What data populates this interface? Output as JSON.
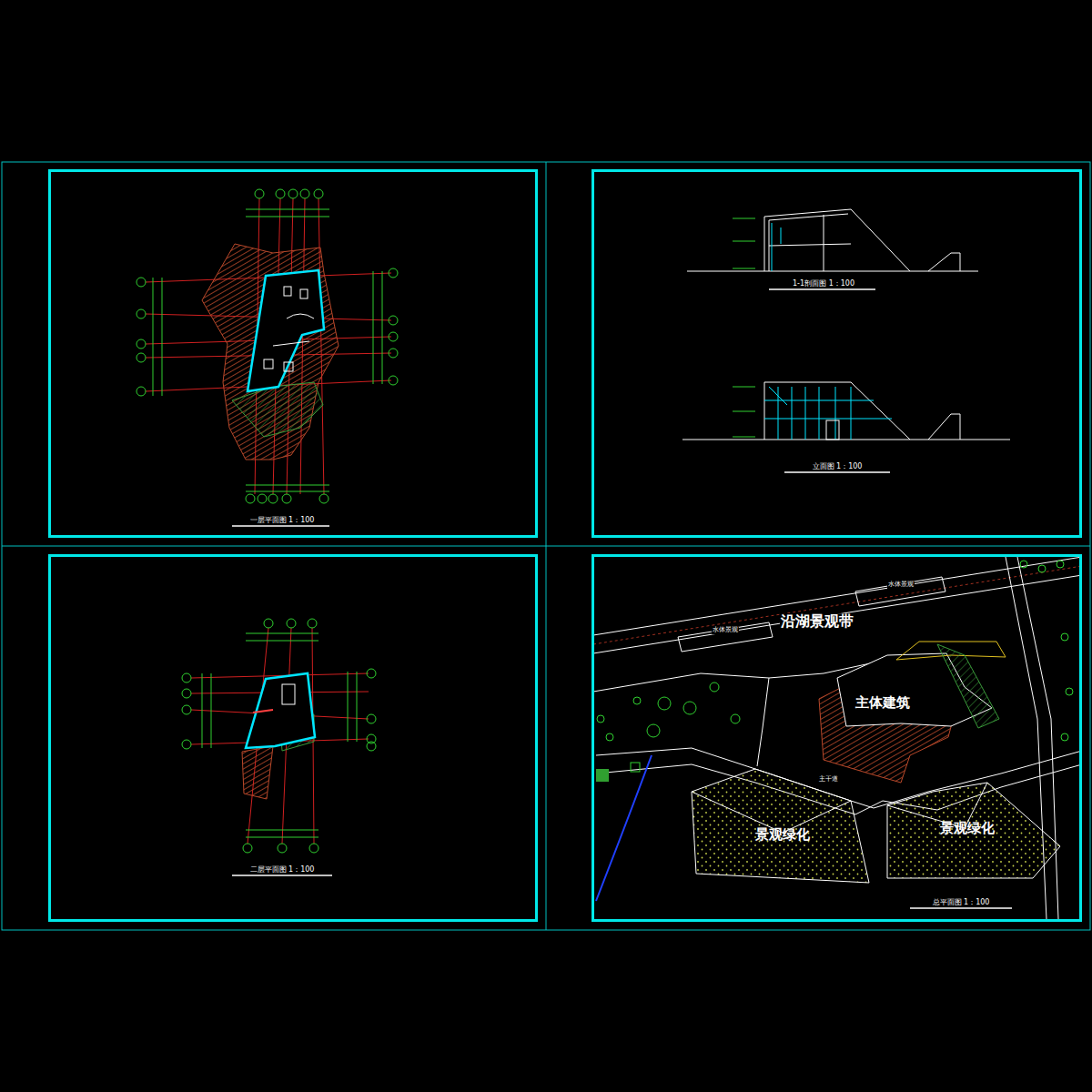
{
  "diagram": {
    "nodes": [
      {
        "text": [
          "一层平面图 1：100"
        ]
      },
      {
        "text": [
          "1-1剖面图 1：100",
          "立面图 1：100"
        ]
      },
      {
        "text": [
          "二层平面图 1：100"
        ]
      },
      {
        "text": [
          "总平面图 1：100"
        ]
      },
      {
        "text": [
          "主体建筑"
        ],
        "in": 3
      },
      {
        "text": [
          "景观绿化"
        ],
        "in": 3
      },
      {
        "text": [
          "景观绿化"
        ],
        "in": 3
      }
    ],
    "edges": [],
    "labels": [
      "沿湖景观带",
      "水体景观",
      "水体景观",
      "主干道"
    ]
  }
}
